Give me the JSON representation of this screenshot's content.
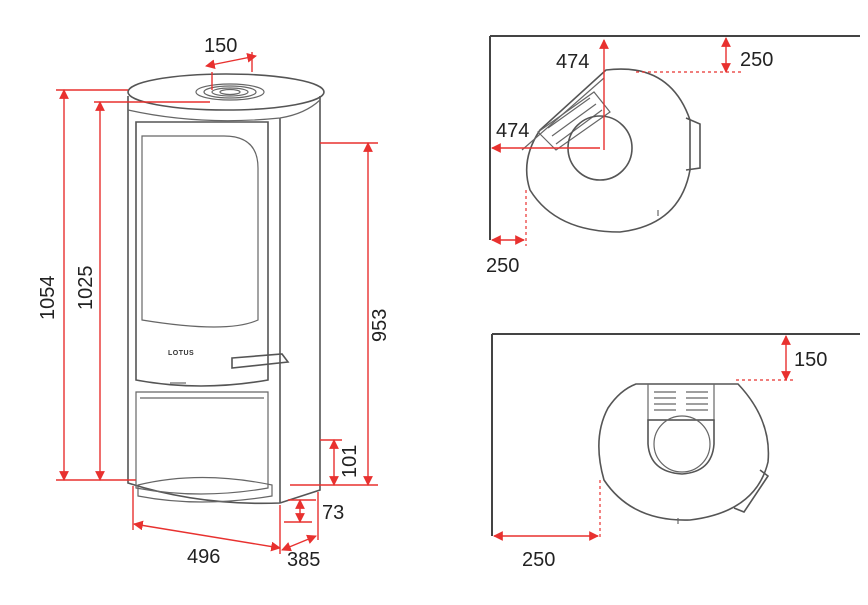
{
  "colors": {
    "dimension": "#e8312f",
    "outline": "#555555"
  },
  "front_view": {
    "logo": "LOTUS",
    "dims": {
      "top_outlet_width": "150",
      "total_height": "1054",
      "outlet_height": "1025",
      "side_height": "953",
      "base_height": "101",
      "base_depth": "73",
      "width": "496",
      "depth": "385"
    }
  },
  "plan_corner": {
    "dims": {
      "outlet_offset_y": "474",
      "outlet_offset_x": "474",
      "clearance_back": "250",
      "clearance_side": "250"
    }
  },
  "plan_wall": {
    "dims": {
      "clearance_back": "150",
      "clearance_side": "250"
    }
  }
}
